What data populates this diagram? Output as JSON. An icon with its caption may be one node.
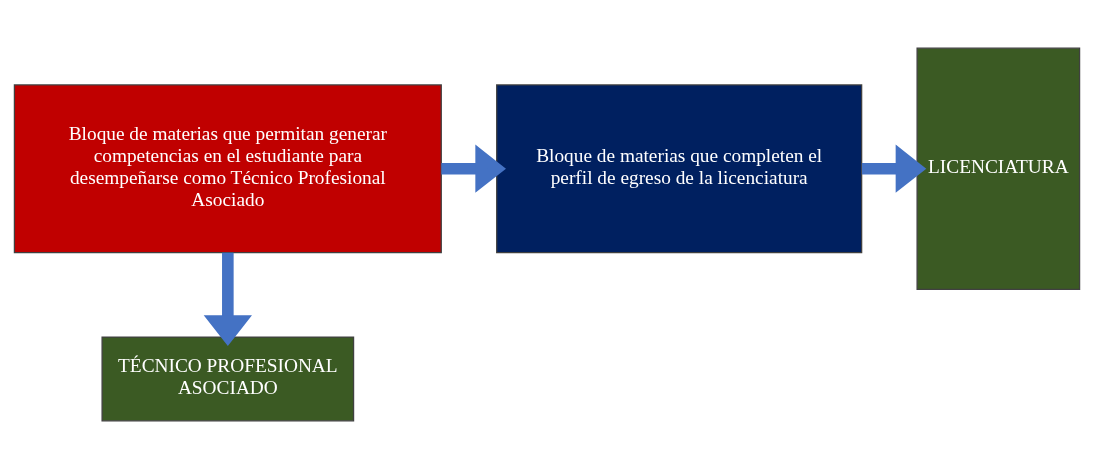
{
  "diagram": {
    "nodes": [
      {
        "text": [
          "Bloque de materias que permitan generar competencias en el estudiante para desempeñarse como Técnico Profesional Asociado"
        ]
      },
      {
        "text": [
          "Bloque de materias que completen el perfil de egreso de la licenciatura"
        ]
      },
      {
        "text": [
          "LICENCIATURA"
        ]
      },
      {
        "text": [
          "TÉCNICO PROFESIONAL ASOCIADO"
        ]
      }
    ],
    "edges": [
      {
        "from": 0,
        "to": 1,
        "arrow": "to"
      },
      {
        "from": 1,
        "to": 2,
        "arrow": "to"
      },
      {
        "from": 0,
        "to": 3,
        "arrow": "to"
      }
    ]
  }
}
